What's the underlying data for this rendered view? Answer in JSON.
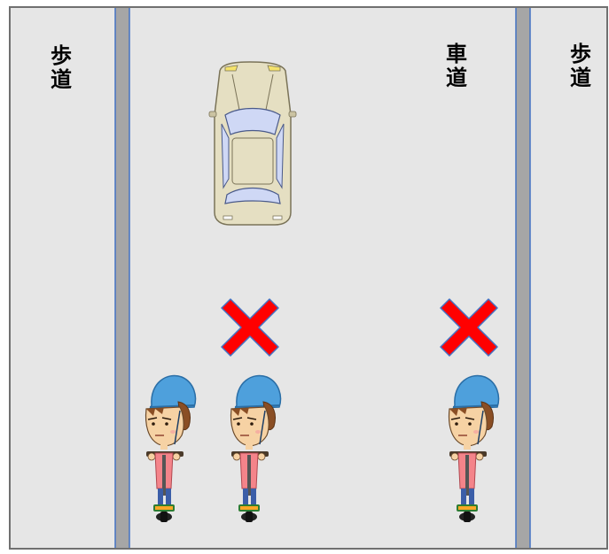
{
  "labels": {
    "left_sidewalk": [
      "歩",
      "道"
    ],
    "roadway": [
      "車",
      "道"
    ],
    "right_sidewalk": [
      "歩",
      "道"
    ]
  },
  "colors": {
    "road": "#e6e6e6",
    "curb": "#a6a6a6",
    "curb_edge": "#4472c4",
    "frame": "#707070",
    "cross": "#ff0000",
    "helmet": "#4ea0dc",
    "shirt": "#f4848a",
    "car_body": "#e5dfc2",
    "car_glass": "#cfd8f5"
  },
  "icons": {
    "vehicle": "car-top-view-icon",
    "rider": "helmet-scooter-rider-icon",
    "prohibited": "red-x-cross-icon"
  }
}
